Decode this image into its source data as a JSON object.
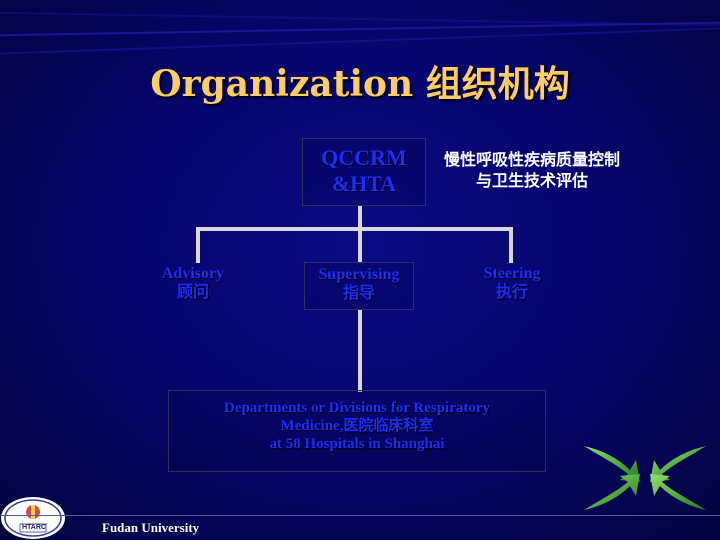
{
  "title": "Organization 组织机构",
  "top_node": {
    "line1": "QCCRM",
    "line2": "&HTA"
  },
  "top_note": {
    "line1": "慢性呼吸性疾病质量控制",
    "line2": "与卫生技术评估"
  },
  "branches": [
    {
      "line1": "Advisory",
      "line2": "顾问"
    },
    {
      "line1": "Supervising",
      "line2": "指导"
    },
    {
      "line1": "Steering",
      "line2": "执行"
    }
  ],
  "bottom_node": {
    "line1": "Departments or Divisions for Respiratory",
    "line2": "Medicine,医院临床科室",
    "line3": "at 58 Hospitals in Shanghai"
  },
  "logo_text": "HTARC",
  "footer": "Fudan University",
  "colors": {
    "title": "#ffcc66",
    "node_text": "#1a2cff",
    "background": "#06066e",
    "arrows": "#3aa02a"
  }
}
